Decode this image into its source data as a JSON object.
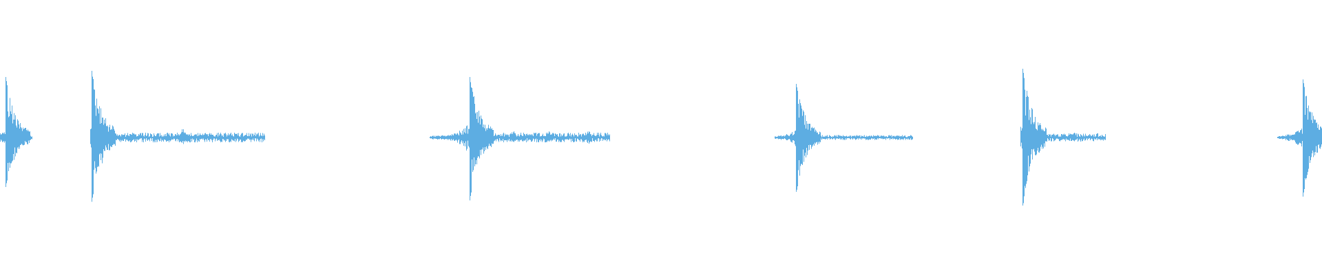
{
  "waveform": {
    "color": "#5dade2",
    "background": "#ffffff",
    "segments": [
      {
        "name": "segment-1",
        "t_start": 0.0,
        "t_onset": 0.004,
        "t_end": 0.024,
        "peak_top": 0.73,
        "peak_bottom": 0.6,
        "noise": 0.03
      },
      {
        "name": "segment-2",
        "t_start": 0.068,
        "t_onset": 0.069,
        "t_end": 0.2,
        "peak_top": 0.78,
        "peak_bottom": 0.78,
        "noise": 0.06
      },
      {
        "name": "segment-3",
        "t_start": 0.325,
        "t_onset": 0.355,
        "t_end": 0.461,
        "peak_top": 0.7,
        "peak_bottom": 0.73,
        "noise": 0.06
      },
      {
        "name": "segment-4",
        "t_start": 0.586,
        "t_onset": 0.602,
        "t_end": 0.69,
        "peak_top": 0.64,
        "peak_bottom": 0.66,
        "noise": 0.03
      },
      {
        "name": "segment-5",
        "t_start": 0.772,
        "t_onset": 0.773,
        "t_end": 0.836,
        "peak_top": 0.86,
        "peak_bottom": 0.86,
        "noise": 0.05
      },
      {
        "name": "segment-6",
        "t_start": 0.966,
        "t_onset": 0.985,
        "t_end": 1.0,
        "peak_top": 0.71,
        "peak_bottom": 0.72,
        "noise": 0.04
      }
    ],
    "bursts": [
      {
        "segment": "segment-2",
        "t": 0.138,
        "amp": 0.13
      },
      {
        "segment": "segment-2",
        "t": 0.16,
        "amp": 0.06
      },
      {
        "segment": "segment-2",
        "t": 0.174,
        "amp": 0.07
      },
      {
        "segment": "segment-3",
        "t": 0.388,
        "amp": 0.1
      },
      {
        "segment": "segment-3",
        "t": 0.415,
        "amp": 0.09
      },
      {
        "segment": "segment-3",
        "t": 0.445,
        "amp": 0.1
      },
      {
        "segment": "segment-4",
        "t": 0.616,
        "amp": 0.05
      },
      {
        "segment": "segment-5",
        "t": 0.812,
        "amp": 0.08
      }
    ]
  }
}
